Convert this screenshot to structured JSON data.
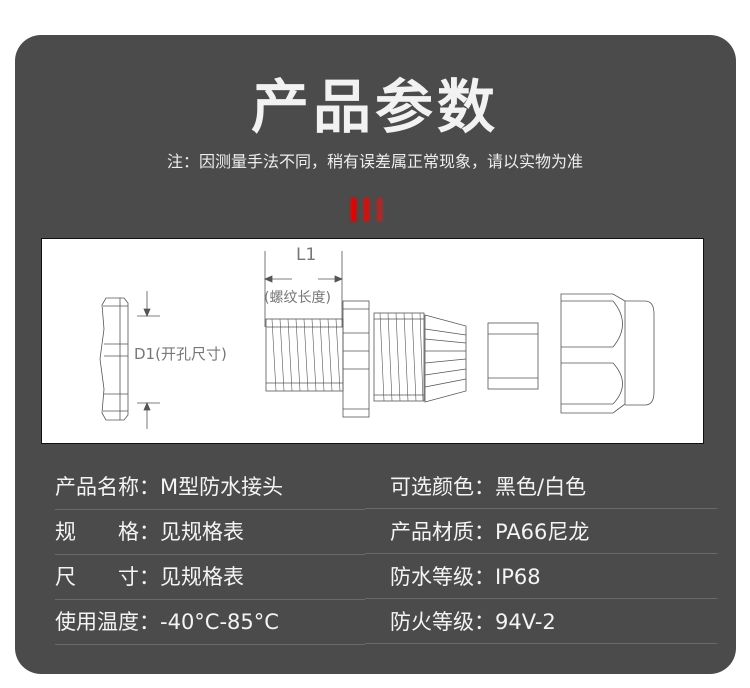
{
  "header": {
    "title": "产品参数",
    "note": "注：因测量手法不同，稍有误差属正常现象，请以实物为准"
  },
  "decoration": {
    "bar_colors": [
      "#e60000",
      "#d61010",
      "#b32020"
    ]
  },
  "diagram": {
    "l1_label": "L1",
    "l1_desc": "(螺纹长度)",
    "d1_label": "D1(开孔尺寸)"
  },
  "specs": {
    "left": [
      {
        "key": "产品名称：",
        "value": "M型防水接头"
      },
      {
        "key": "规　　格：",
        "value": "见规格表"
      },
      {
        "key": "尺　　寸：",
        "value": "见规格表"
      },
      {
        "key": "使用温度：",
        "value": "-40°C-85°C"
      }
    ],
    "right": [
      {
        "key": "可选颜色：",
        "value": "黑色/白色"
      },
      {
        "key": "产品材质：",
        "value": "PA66尼龙"
      },
      {
        "key": "防水等级：",
        "value": "IP68"
      },
      {
        "key": "防火等级：",
        "value": "94V-2"
      }
    ]
  },
  "colors": {
    "panel": "#4b4b4b",
    "accent": "#e60000",
    "divider": "#6a6a6a"
  }
}
